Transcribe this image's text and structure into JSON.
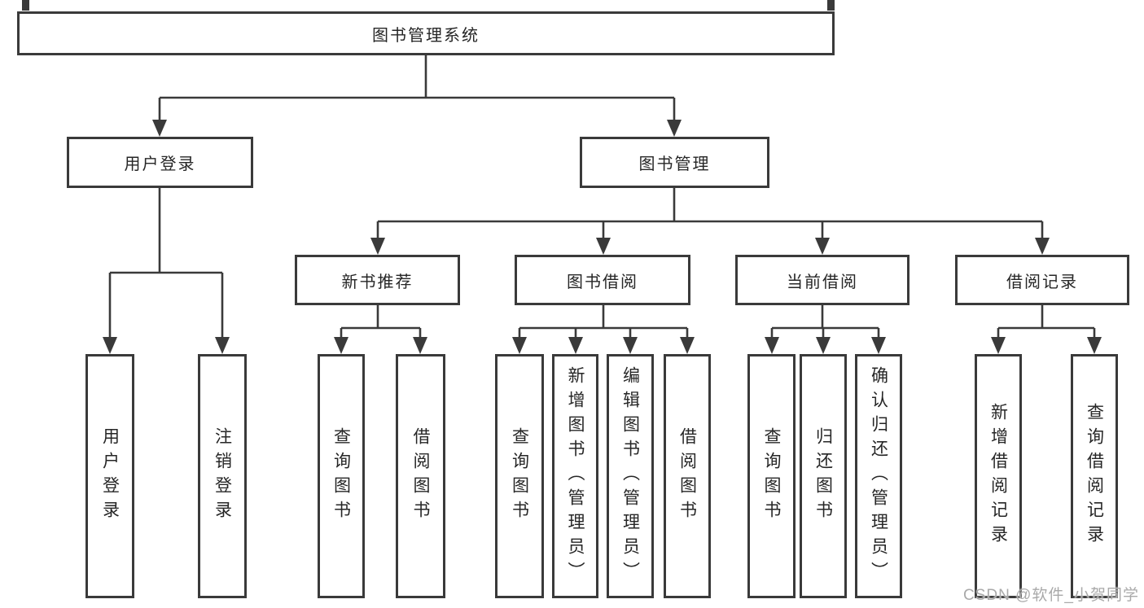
{
  "tree": {
    "root": {
      "label": "图书管理系统"
    },
    "branches": [
      {
        "label": "用户登录",
        "leaves": [
          "用户登录",
          "注销登录"
        ]
      },
      {
        "label": "图书管理",
        "groups": [
          {
            "label": "新书推荐",
            "leaves": [
              "查询图书",
              "借阅图书"
            ]
          },
          {
            "label": "图书借阅",
            "leaves": [
              "查询图书",
              "新增图书（管理员）",
              "编辑图书（管理员）",
              "借阅图书"
            ]
          },
          {
            "label": "当前借阅",
            "leaves": [
              "查询图书",
              "归还图书",
              "确认归还（管理员）"
            ]
          },
          {
            "label": "借阅记录",
            "leaves": [
              "新增借阅记录",
              "查询借阅记录"
            ]
          }
        ]
      }
    ]
  },
  "watermark": "CSDN @软件_小贺同学",
  "colors": {
    "line": "#3a3a3a",
    "box_border": "#3a3a3a",
    "box_fill": "#ffffff",
    "text": "#262626",
    "watermark": "#a9a9a9",
    "background": "#ffffff"
  }
}
